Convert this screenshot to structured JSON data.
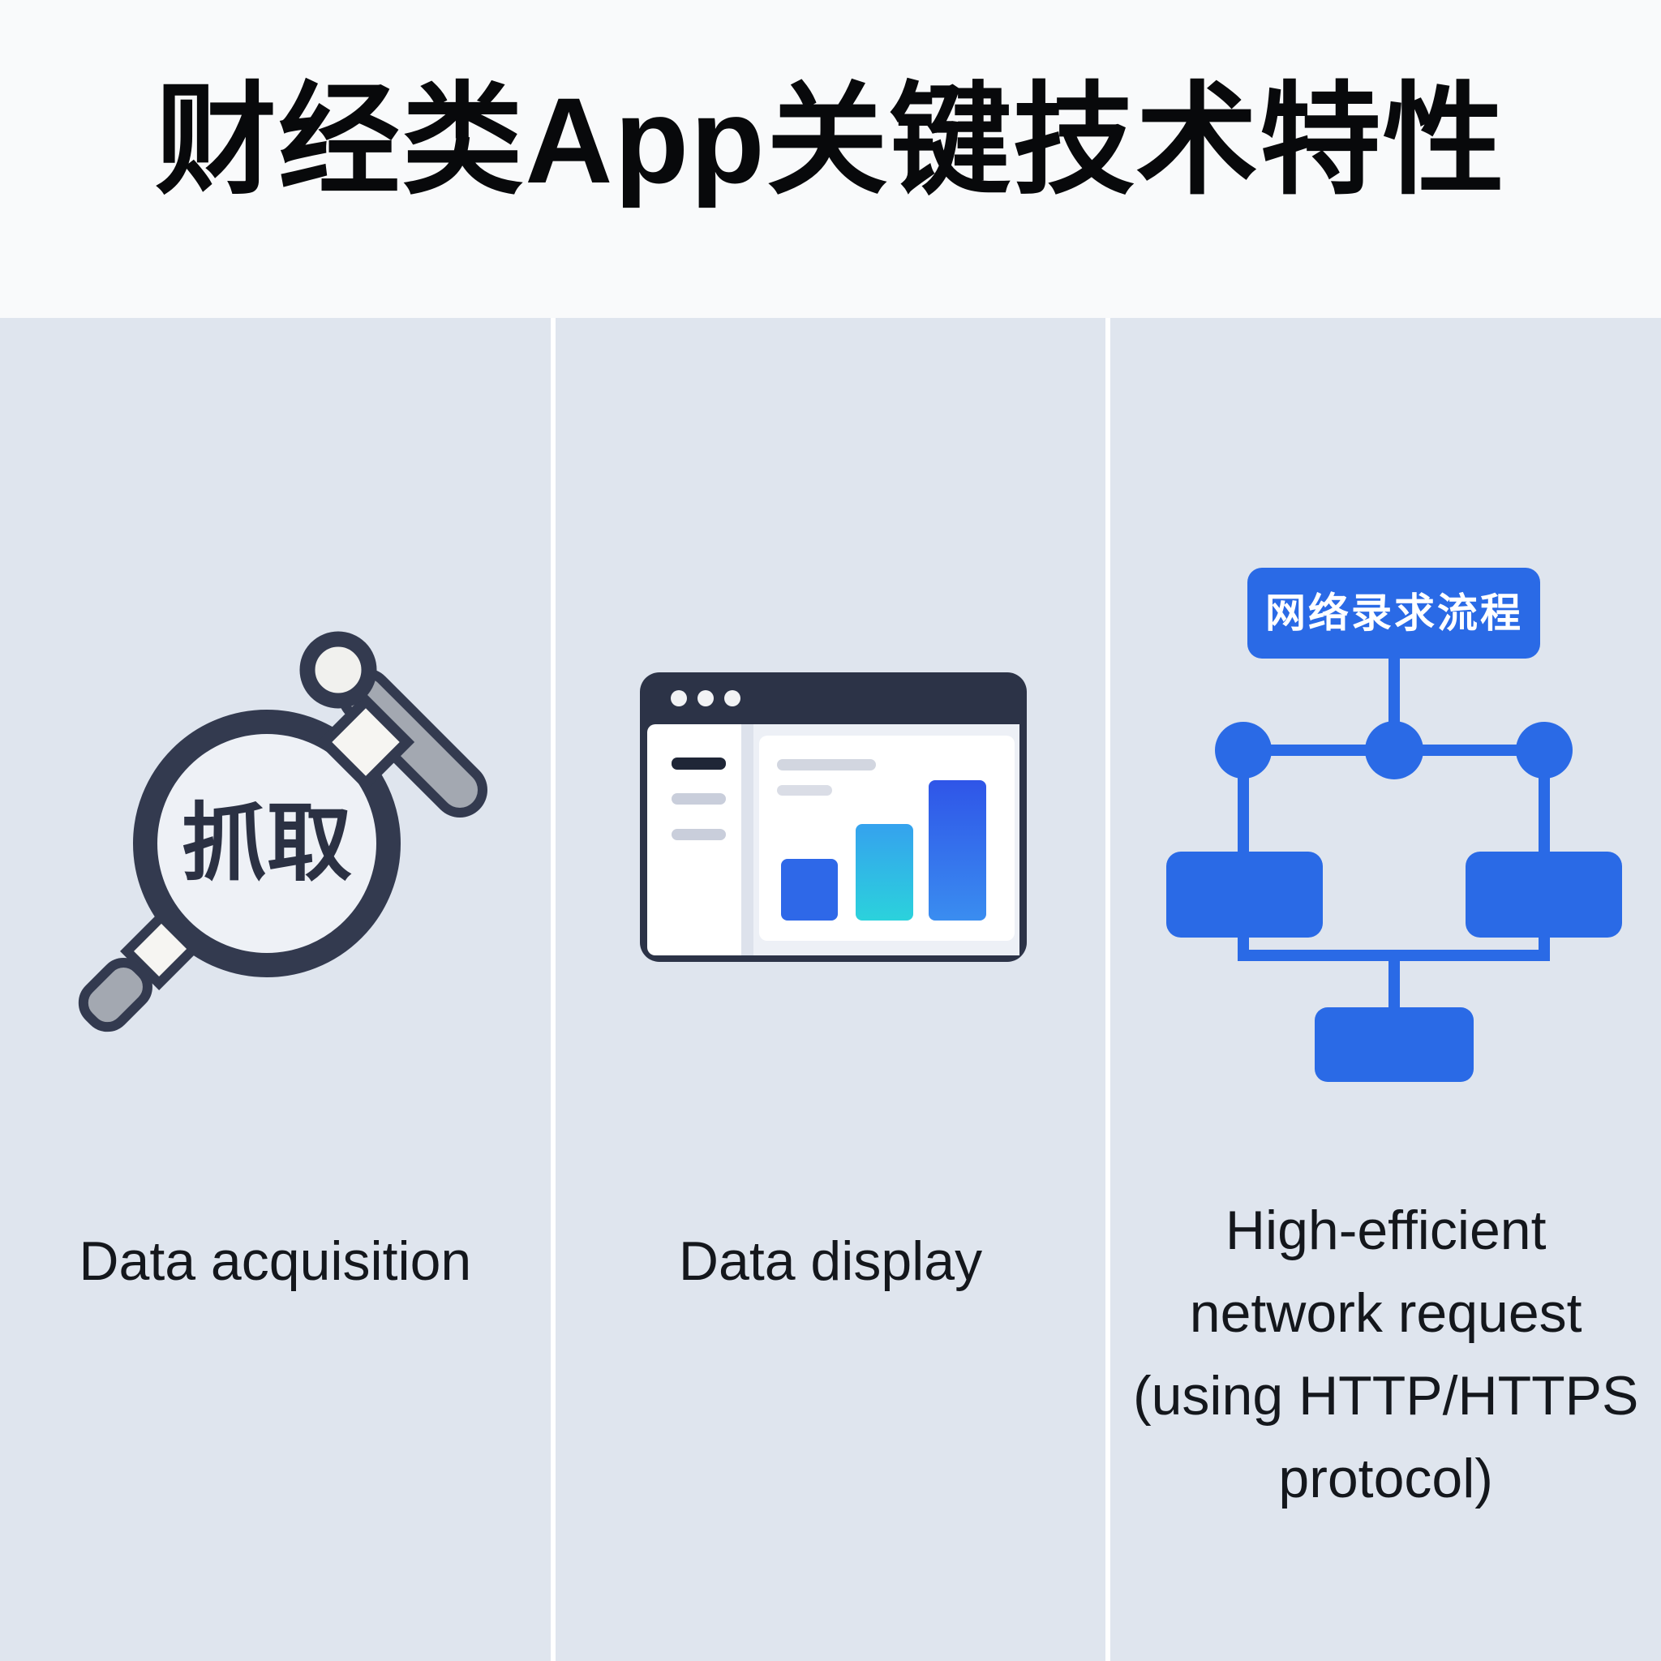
{
  "title": "财经类App关键技术特性",
  "colors": {
    "background_top": "#f9fafb",
    "column_background": "#dfe5ee",
    "divider_white": "#ffffff",
    "accent_blue": "#2a6ae6",
    "window_frame_navy": "#2c3347",
    "sidebar_dark_bar": "#1f2637",
    "gray_bar": "#c9cedb",
    "bar_blue_solid": "#2e68e8",
    "bar_cyan_gradient_top": "#35a2ee",
    "bar_cyan_gradient_bottom": "#2bd2dc",
    "bar_blue_gradient_top": "#2f55e8",
    "bar_blue_gradient_bottom": "#3a8df0",
    "magnifier_dark": "#333a4f",
    "handle_gray": "#a3a8b1",
    "label_text": "#14171c"
  },
  "columns": [
    {
      "id": "data-acquisition",
      "label": "Data acquisition",
      "icon": "magnifier-crawl-icon",
      "icon_text": "抓取"
    },
    {
      "id": "data-display",
      "label": "Data display",
      "icon": "browser-chart-icon"
    },
    {
      "id": "network-request",
      "label": "High-efficient network request (using HTTP/HTTPS protocol)",
      "label_lines": [
        "High-efficient",
        "network request",
        "(using HTTP/HTTPS",
        "protocol)"
      ],
      "icon": "network-flowchart-icon",
      "flowchart_title": "网络录求流程"
    }
  ]
}
